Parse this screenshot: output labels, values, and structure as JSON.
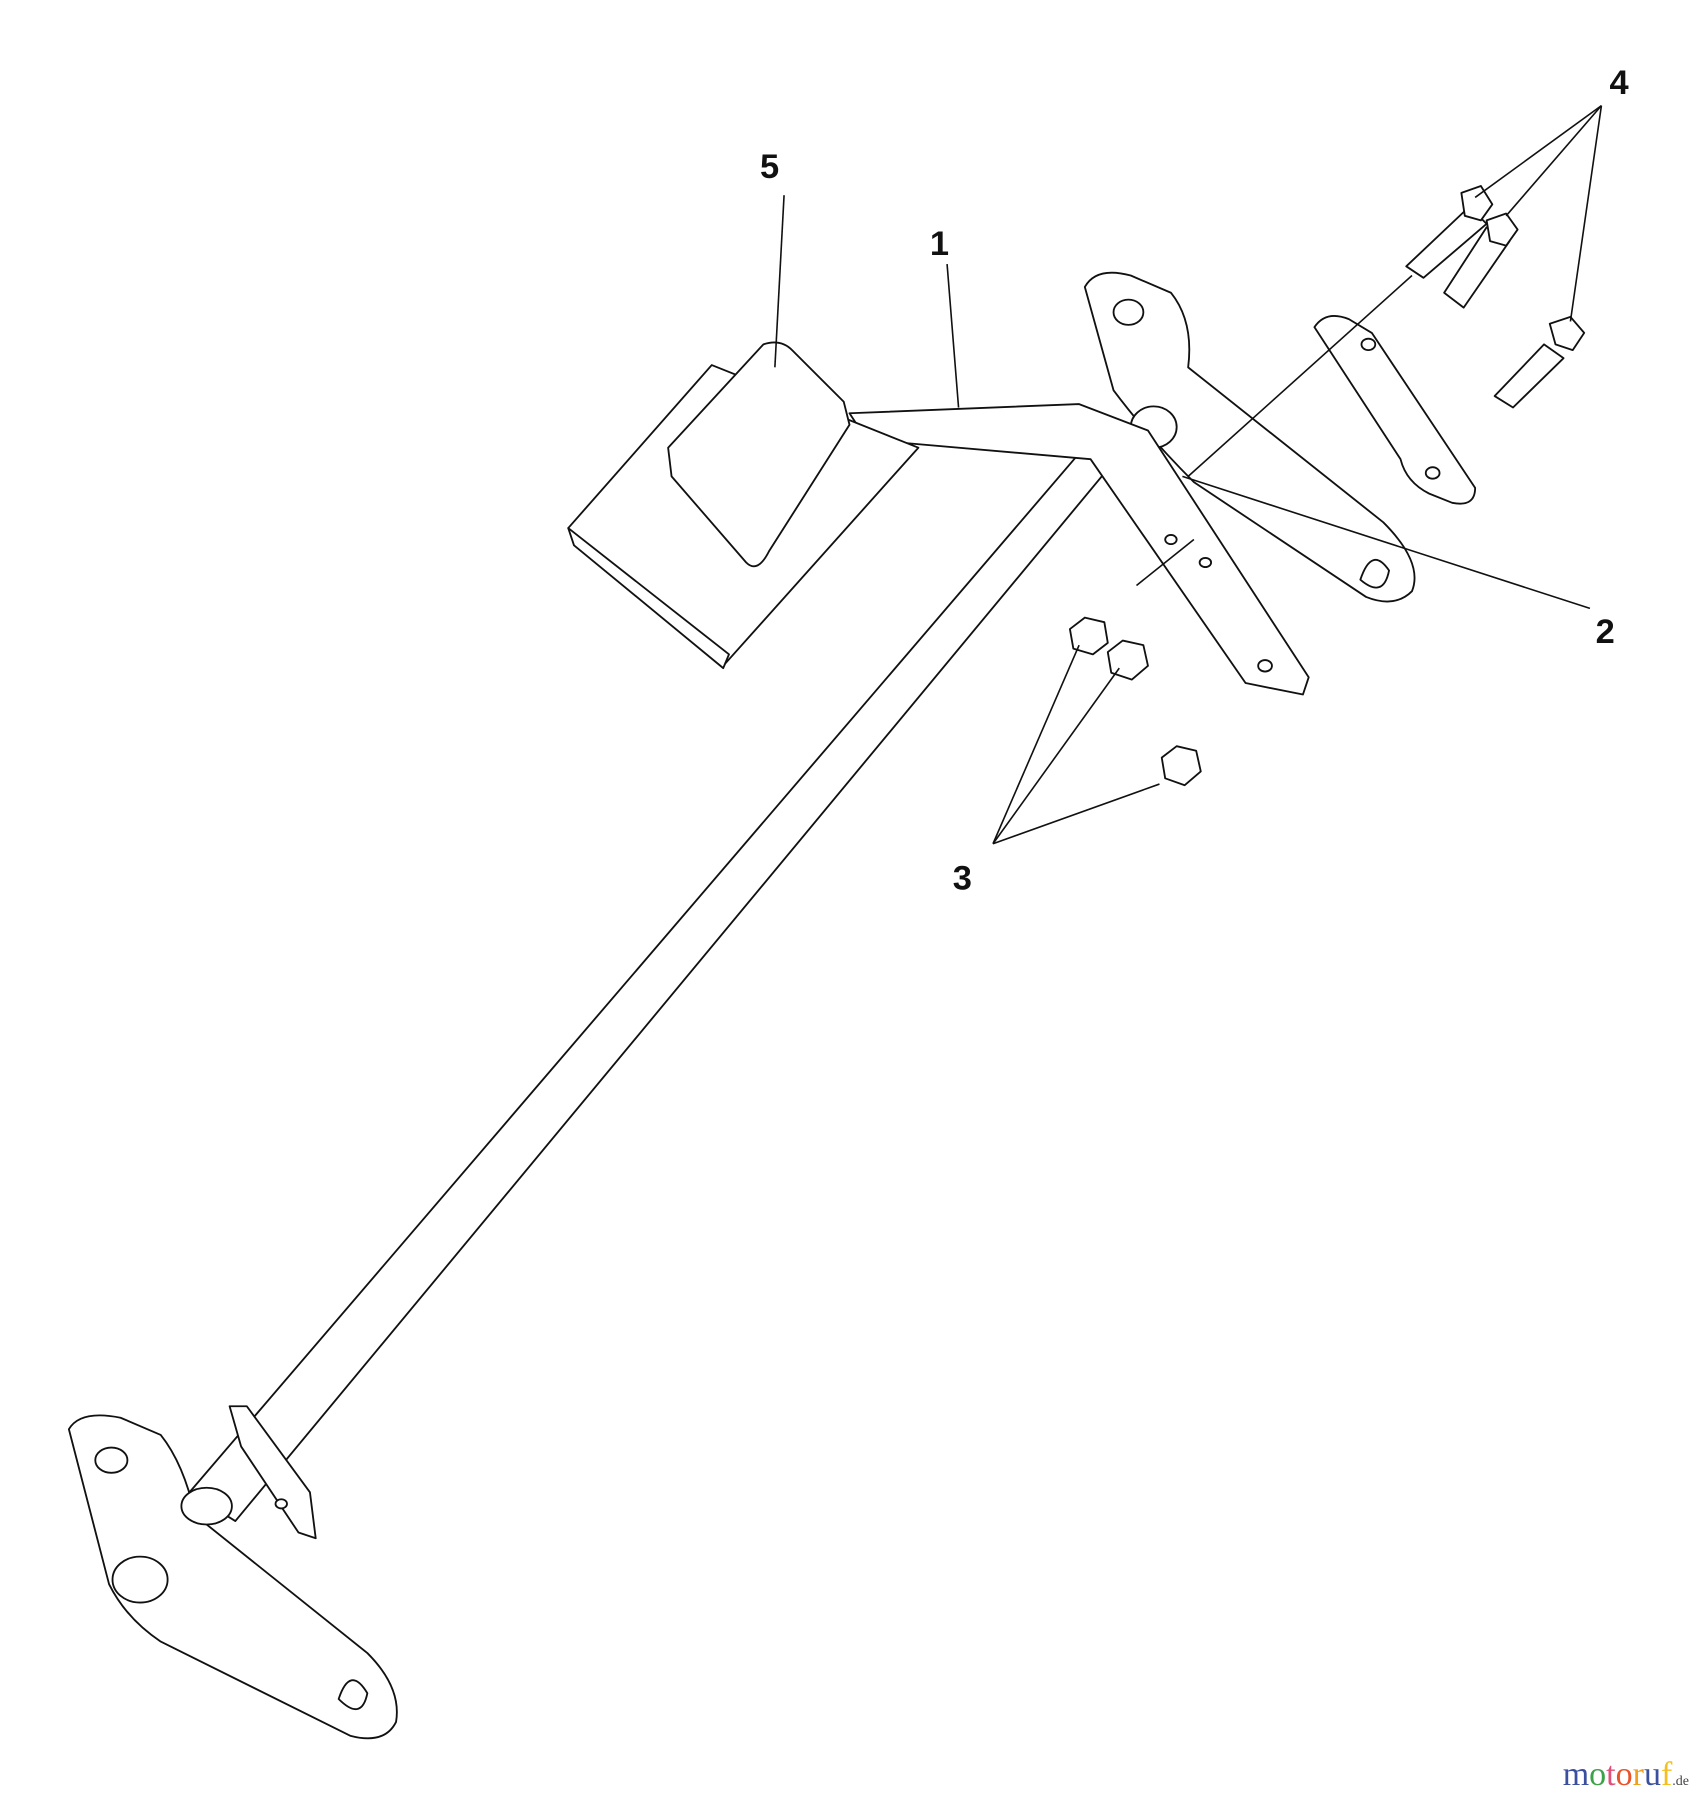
{
  "diagram": {
    "callouts": [
      {
        "id": "1",
        "label": "1"
      },
      {
        "id": "2",
        "label": "2"
      },
      {
        "id": "3",
        "label": "3"
      },
      {
        "id": "4",
        "label": "4"
      },
      {
        "id": "5",
        "label": "5"
      }
    ]
  },
  "watermark": {
    "text": "motoruf",
    "suffix": ".de",
    "colors": [
      "#3b4fa0",
      "#3aa34a",
      "#e0507a",
      "#e8532a",
      "#f0a020",
      "#3b4fa0",
      "#f4c020"
    ]
  }
}
